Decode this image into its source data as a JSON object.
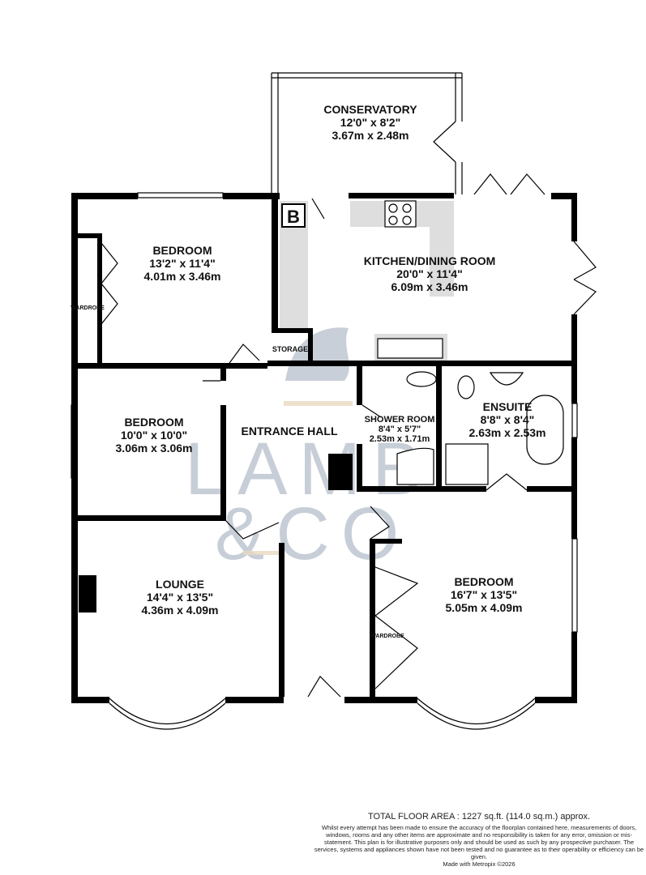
{
  "rooms": {
    "conservatory": {
      "name": "CONSERVATORY",
      "imperial": "12'0\"  x 8'2\"",
      "metric": "3.67m  x 2.48m"
    },
    "kitchen": {
      "name": "KITCHEN/DINING ROOM",
      "imperial": "20'0\"  x 11'4\"",
      "metric": "6.09m  x 3.46m"
    },
    "bedroom_top": {
      "name": "BEDROOM",
      "imperial": "13'2\"  x 11'4\"",
      "metric": "4.01m  x 3.46m"
    },
    "bedroom_mid": {
      "name": "BEDROOM",
      "imperial": "10'0\"  x 10'0\"",
      "metric": "3.06m  x 3.06m"
    },
    "lounge": {
      "name": "LOUNGE",
      "imperial": "14'4\"  x 13'5\"",
      "metric": "4.36m  x 4.09m"
    },
    "entrance": {
      "name": "ENTRANCE HALL"
    },
    "shower": {
      "name": "SHOWER ROOM",
      "imperial": "8'4\"  x 5'7\"",
      "metric": "2.53m  x 1.71m"
    },
    "ensuite": {
      "name": "ENSUITE",
      "imperial": "8'8\"  x 8'4\"",
      "metric": "2.63m  x 2.53m"
    },
    "bedroom_main": {
      "name": "BEDROOM",
      "imperial": "16'7\"  x 13'5\"",
      "metric": "5.05m  x 4.09m"
    }
  },
  "labels": {
    "storage": "STORAGE",
    "wardrobe_1": "WARDROBE",
    "wardrobe_2": "WARDROBE",
    "boiler": "B"
  },
  "logo": {
    "text_1": "LAMB",
    "text_2": "&CO"
  },
  "footer": {
    "total_area": "TOTAL FLOOR AREA : 1227 sq.ft. (114.0 sq.m.) approx.",
    "disclaimer": "Whilst every attempt has been made to ensure the accuracy of the floorplan contained here, measurements of doors, windows, rooms and any other items are approximate and no responsibility is taken for any error, omission or mis-statement. This plan is for illustrative purposes only and should be used as such by any prospective purchaser. The services, systems and appliances shown have not been tested and no guarantee as to their operability or efficiency can be given.",
    "credit": "Made with Metropix ©2026"
  },
  "colors": {
    "wall": "#000000",
    "worktop": "#dedede",
    "watermark": "#9aa7b8",
    "watermark_accent": "#e8d9c0"
  }
}
